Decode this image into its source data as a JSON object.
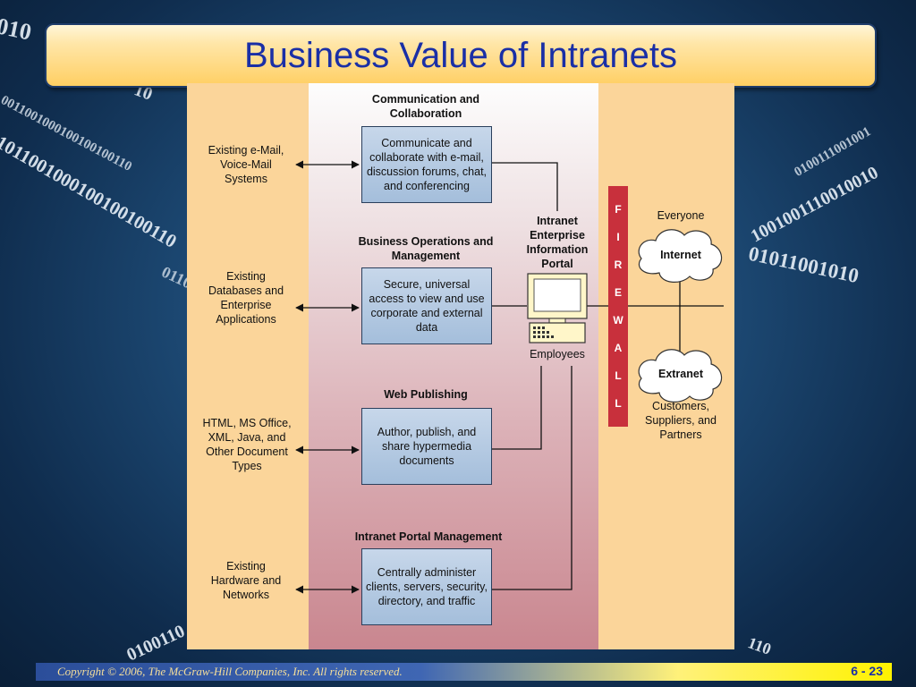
{
  "slide": {
    "title": "Business Value of Intranets",
    "copyright": "Copyright © 2006, The McGraw-Hill Companies, Inc. All rights reserved.",
    "page_number": "6 - 23",
    "background_bits": [
      "010",
      "10",
      "1011001000100100100110",
      "0011001000100100100110",
      "1001001110010010",
      "0100111001001",
      "01011001010",
      "0100110",
      "110",
      "0110"
    ]
  },
  "diagram": {
    "sections": [
      {
        "heading": "Communication and Collaboration",
        "box": "Communicate and collaborate with e-mail, discussion forums, chat, and conferencing",
        "left": "Existing e-Mail, Voice-Mail Systems"
      },
      {
        "heading": "Business Operations and Management",
        "box": "Secure, universal access to view and use corporate and external data",
        "left": "Existing Databases and Enterprise Applications"
      },
      {
        "heading": "Web Publishing",
        "box": "Author, publish, and share hypermedia documents",
        "left": "HTML, MS Office, XML, Java, and Other Document Types"
      },
      {
        "heading": "Intranet Portal Management",
        "box": "Centrally administer clients, servers, security, directory, and traffic",
        "left": "Existing Hardware and Networks"
      }
    ],
    "portal": {
      "label": "Intranet Enterprise Information Portal",
      "employees": "Employees"
    },
    "firewall_letters": [
      "F",
      "I",
      "R",
      "E",
      "W",
      "A",
      "L",
      "L"
    ],
    "right": {
      "everyone": "Everyone",
      "internet": "Internet",
      "extranet": "Extranet",
      "partners": "Customers, Suppliers, and Partners"
    },
    "colors": {
      "firewall": "#c8303c",
      "box_fill": "#a4bedb",
      "panel": "#fbd59a"
    }
  }
}
